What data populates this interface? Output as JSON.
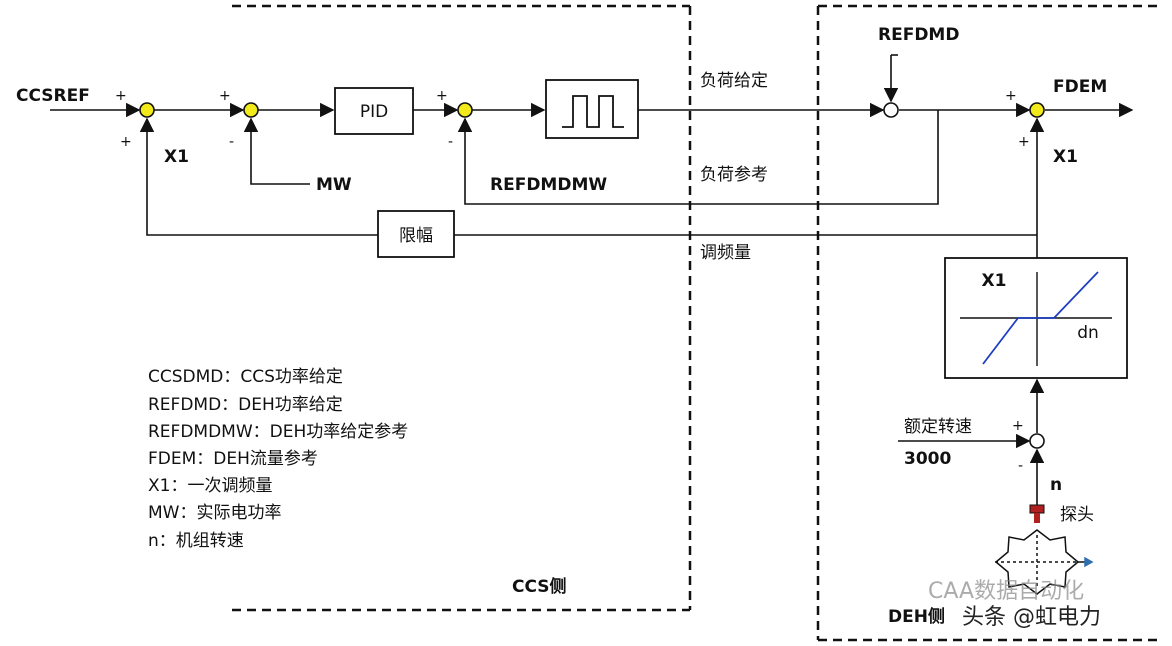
{
  "labels": {
    "ccsref": "CCSREF",
    "x1_left": "X1",
    "mw": "MW",
    "pid": "PID",
    "refdmdmw": "REFDMDMW",
    "load_setpoint": "负荷给定",
    "load_reference": "负荷参考",
    "limiter": "限幅",
    "freq_amount": "调频量",
    "refdmd": "REFDMD",
    "fdem": "FDEM",
    "x1_right": "X1",
    "x1_graph": "X1",
    "dn": "dn",
    "rated_speed": "额定转速",
    "rated_speed_value": "3000",
    "n": "n",
    "probe": "探头",
    "ccs_side": "CCS侧",
    "deh_side": "DEH侧"
  },
  "signs": {
    "plus": "+",
    "minus": "-"
  },
  "legend": [
    "CCSDMD：CCS功率给定",
    "REFDMD：DEH功率给定",
    "REFDMDMW：DEH功率给定参考",
    "FDEM：DEH流量参考",
    "X1：一次调频量",
    "MW：实际电功率",
    "n：机组转速"
  ],
  "watermark": {
    "faint": "CAA数据自动化",
    "main": "头条 @虹电力"
  },
  "colors": {
    "line": "#111111",
    "summer_fill": "#f2ea1a",
    "curve": "#1f3fbf",
    "probe": "#b02020"
  }
}
